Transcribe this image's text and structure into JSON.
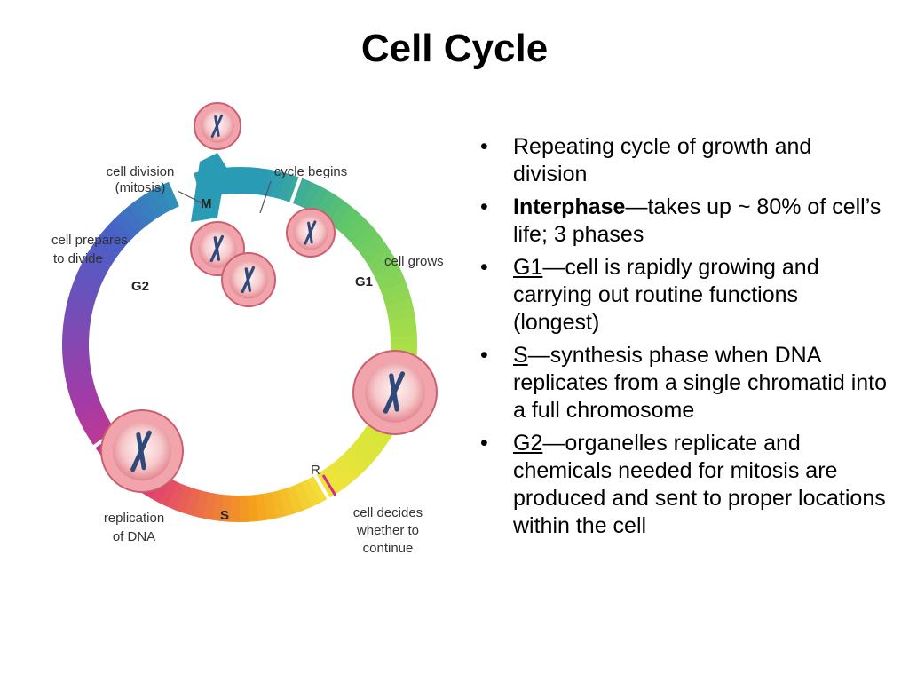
{
  "title": "Cell Cycle",
  "diagram": {
    "phases": {
      "m": "M",
      "g1": "G1",
      "s": "S",
      "g2": "G2",
      "r": "R"
    },
    "labels": {
      "cell_division_line1": "cell division",
      "cell_division_line2": "(mitosis)",
      "cycle_begins": "cycle begins",
      "cell_prepares_line1": "cell prepares",
      "cell_prepares_line2": "to divide",
      "cell_grows": "cell grows",
      "replication_line1": "replication",
      "replication_line2": "of DNA",
      "decides_line1": "cell decides",
      "decides_line2": "whether to",
      "decides_line3": "continue"
    },
    "colors": {
      "m": "#2a9bb5",
      "g1": "#5ec66a",
      "g1_end": "#c8e83a",
      "r_zone": "#f3e23a",
      "s": "#f5a11c",
      "s_end": "#e0357a",
      "g2": "#a33ba6",
      "g2_end": "#4a5fc8",
      "cell_outer": "#f2a4ad",
      "cell_inner": "#fbe4e4",
      "chromosome": "#2f4a7a"
    }
  },
  "bullets": [
    {
      "text": "Repeating cycle of growth and division"
    },
    {
      "term": "Interphase",
      "rest": "—takes up ~ 80% of cell’s life; 3 phases"
    },
    {
      "term": "G1",
      "rest": "—cell is rapidly growing and carrying out routine functions (longest)"
    },
    {
      "term": "S",
      "rest": "—synthesis phase when DNA replicates from a single chromatid into a full chromosome"
    },
    {
      "term": "G2",
      "rest": "—organelles replicate and chemicals needed for mitosis are produced and sent to proper locations within the cell"
    }
  ]
}
